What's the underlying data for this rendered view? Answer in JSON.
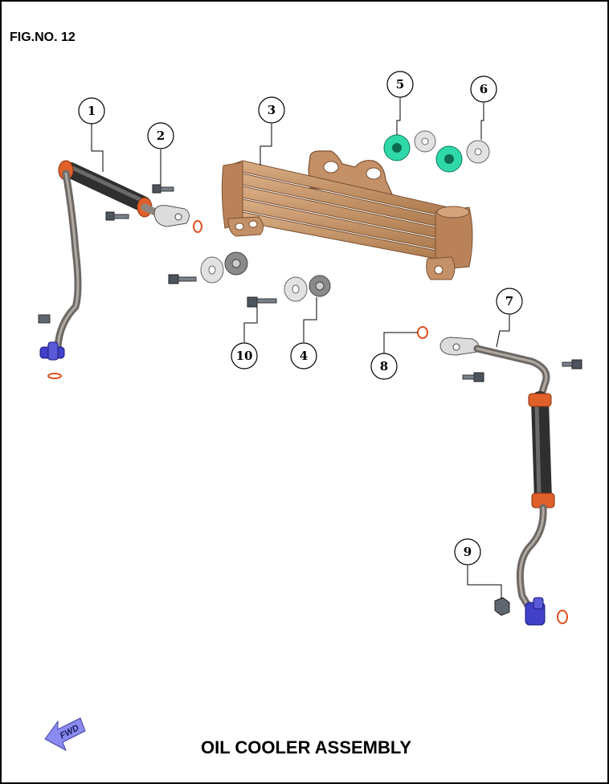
{
  "figure": {
    "number_label": "FIG.NO. 12"
  },
  "title": "OIL COOLER ASSEMBLY",
  "fwd_label": "FWD",
  "callouts": [
    {
      "id": "1",
      "label": "1"
    },
    {
      "id": "2",
      "label": "2"
    },
    {
      "id": "3",
      "label": "3"
    },
    {
      "id": "4",
      "label": "4"
    },
    {
      "id": "5",
      "label": "5"
    },
    {
      "id": "6",
      "label": "6"
    },
    {
      "id": "7",
      "label": "7"
    },
    {
      "id": "8",
      "label": "8"
    },
    {
      "id": "9",
      "label": "9"
    },
    {
      "id": "10",
      "label": "10"
    }
  ],
  "colors": {
    "cooler": "#c8966a",
    "cooler_dark": "#8d5f3a",
    "pipe": "#8c8580",
    "hose": "#4a4a4a",
    "clamp": "#e0602a",
    "grommet": "#2fd8a8",
    "washer_light": "#e2e2e2",
    "washer_dark": "#8a8a8a",
    "bolt": "#5f6670",
    "oring": "#e05020",
    "banjo": "#4040c8",
    "fwd_arrow": "#8a8af0"
  }
}
